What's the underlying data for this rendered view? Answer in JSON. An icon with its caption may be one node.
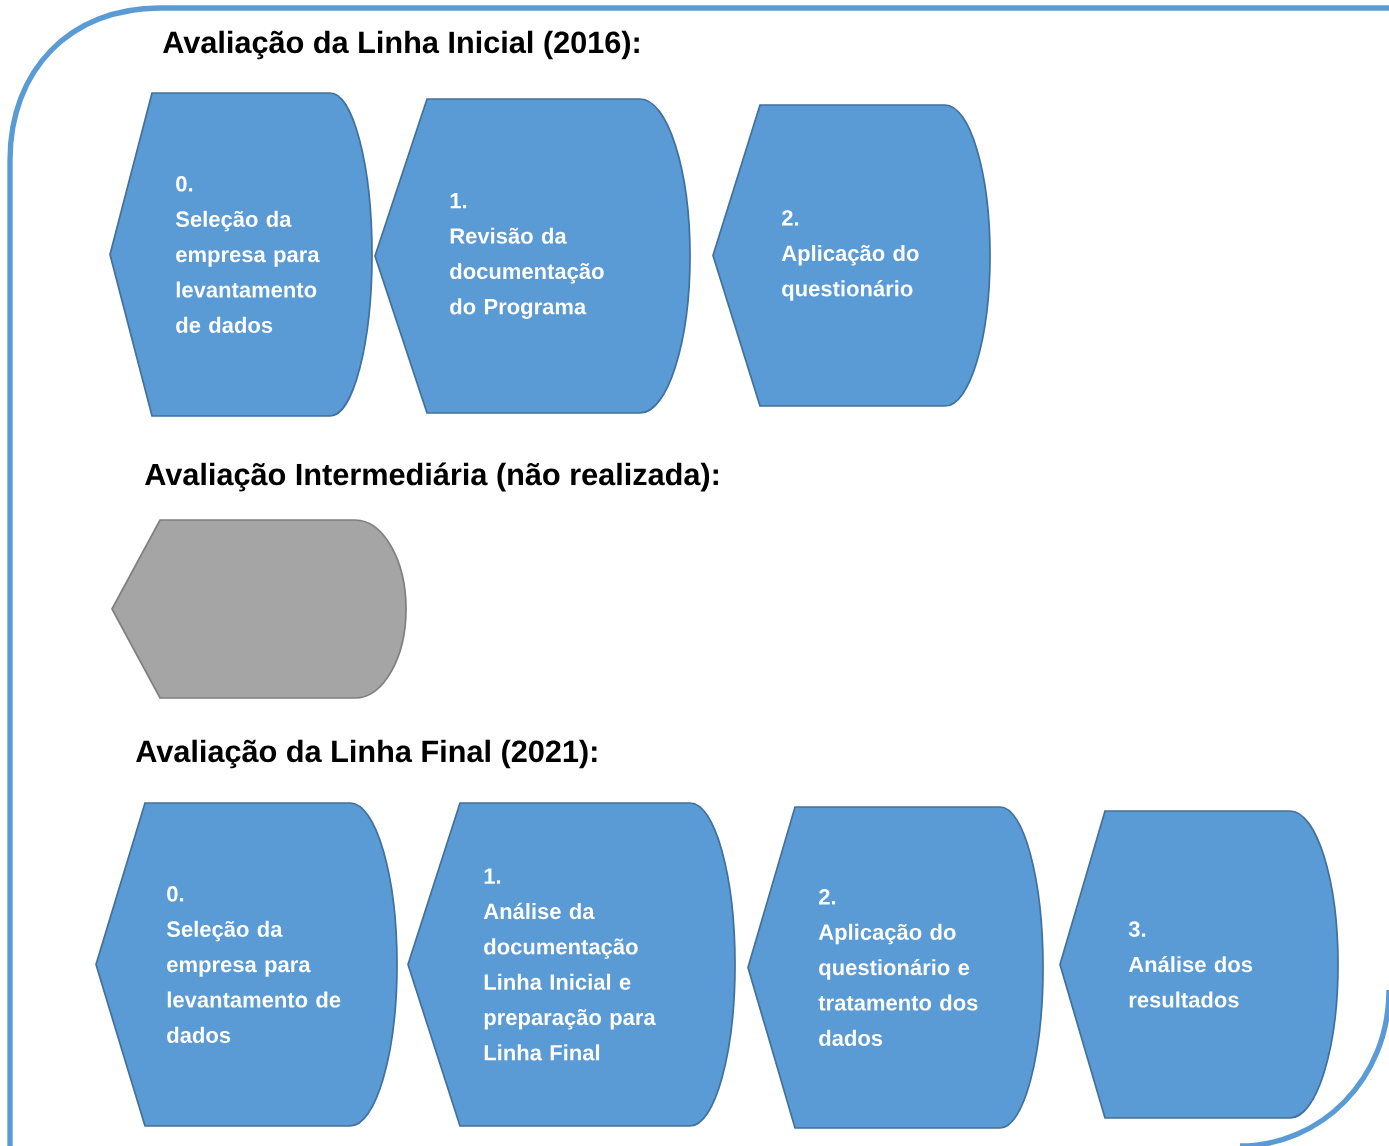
{
  "diagram": {
    "nodes": [
      {
        "text": [
          "0.",
          "Seleção da empresa para levantamento de dados"
        ]
      },
      {
        "text": [
          "1.",
          "Revisão da documentação do Programa"
        ]
      },
      {
        "text": [
          "2.",
          "Aplicação do questionário"
        ]
      },
      {
        "text": [],
        "shape": "display"
      },
      {
        "text": [
          "0.",
          "Seleção da empresa para levantamento de dados"
        ]
      },
      {
        "text": [
          "1.",
          "Análise da documentação Linha Inicial e preparação para Linha Final"
        ]
      },
      {
        "text": [
          "2.",
          "Aplicação do questionário e tratamento dos dados"
        ]
      },
      {
        "text": [
          "3.",
          "Análise dos resultados"
        ]
      }
    ],
    "labels": [
      "Avaliação da Linha Inicial (2016):",
      "Avaliação Intermediária (não realizada):",
      "Avaliação da Linha Final (2021):"
    ]
  }
}
